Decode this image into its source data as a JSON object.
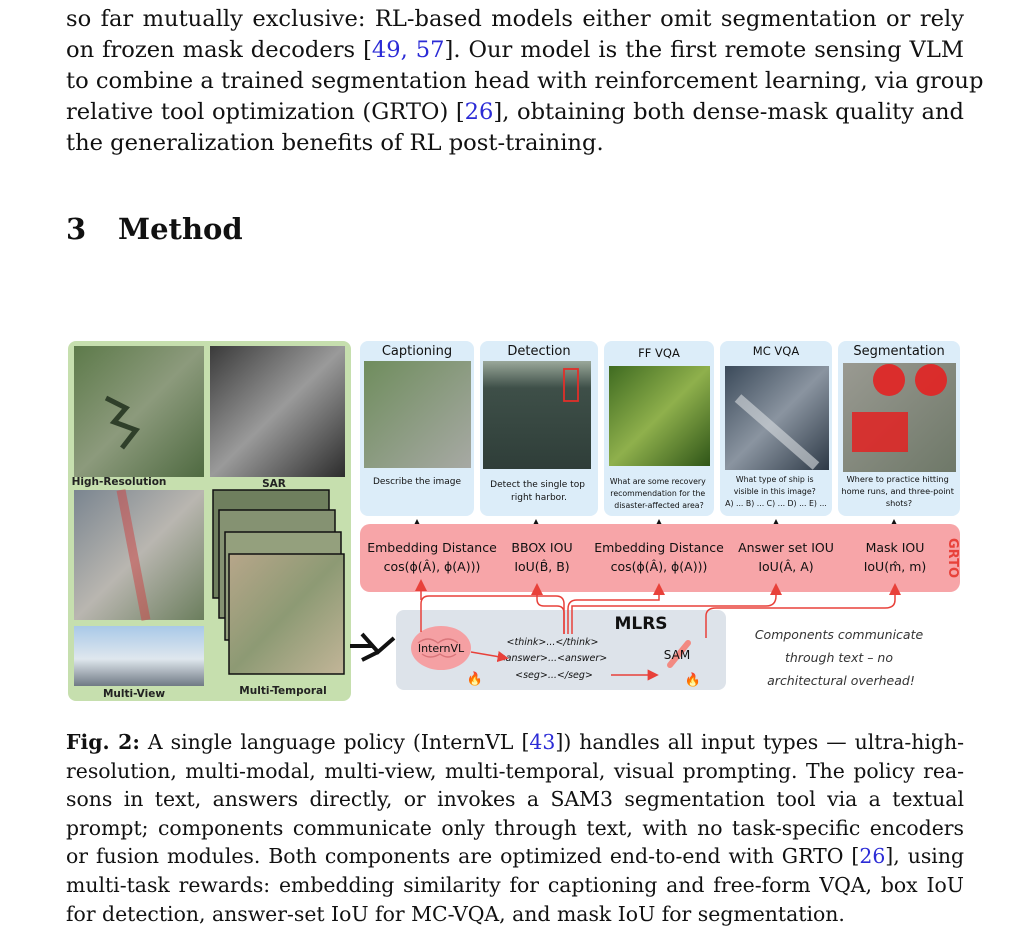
{
  "intro": {
    "lines": [
      [
        "so far mutually exclusive: RL-based models either omit segmentation or rely",
        "",
        "",
        ""
      ],
      [
        "on frozen mask decoders [",
        "49, 57",
        "]. Our model is the first remote sensing VLM",
        ""
      ],
      [
        "to combine a trained segmentation head with reinforcement learning, via group",
        "",
        "",
        ""
      ],
      [
        "relative tool optimization (GRTO) [",
        "26",
        "], obtaining both dense-mask quality and",
        ""
      ],
      [
        "the generalization benefits of RL post-training.",
        "",
        "",
        ""
      ]
    ]
  },
  "section": {
    "number": "3",
    "title": "Method"
  },
  "figure": {
    "inputs": {
      "high_resolution": "High-Resolution",
      "sar": "SAR",
      "multi_view": "Multi-View",
      "multi_temporal": "Multi-Temporal"
    },
    "tasks": [
      {
        "title": "Captioning",
        "prompt": [
          "Describe the image"
        ],
        "reward": "Embedding Distance",
        "formula": "cos(ϕ(Â), ϕ(A)))"
      },
      {
        "title": "Detection",
        "prompt": [
          "Detect the single top",
          "right harbor."
        ],
        "reward": "BBOX IOU",
        "formula": "IoU(B̂, B)"
      },
      {
        "title": "FF VQA",
        "prompt": [
          "What are some recovery",
          "recommendation for the",
          "disaster-affected area?"
        ],
        "reward": "Embedding Distance",
        "formula": "cos(ϕ(Â), ϕ(A)))"
      },
      {
        "title": "MC VQA",
        "prompt": [
          "What type of ship is",
          "visible in this image?",
          "A) ... B) ... C) ... D) ... E) ..."
        ],
        "reward": "Answer set IOU",
        "formula": "IoU(Â, A)"
      },
      {
        "title": "Segmentation",
        "prompt": [
          "Where to practice hitting",
          "home runs, and three-point",
          "shots?"
        ],
        "reward": "Mask IOU",
        "formula": "IoU(m̂, m)"
      }
    ],
    "grto_label": "GRTO",
    "mlrs": {
      "title": "MLRS",
      "policy": "InternVL",
      "tool": "SAM",
      "tags": [
        "<think>...</think>",
        "<answer>...<answer>",
        "<seg>...</seg>"
      ]
    },
    "note": [
      "Components communicate",
      "through text – no",
      "architectural overhead!"
    ],
    "colors": {
      "input_panel": "#c6dfae",
      "task_panel": "#dcedf9",
      "reward_band": "#f7a5a8",
      "mlrs_panel": "#dde3ea",
      "arrow_red": "#e8413a",
      "brain": "#f5a0a3"
    }
  },
  "caption": {
    "label": "Fig. 2:",
    "lines": [
      [
        "A single language policy (InternVL [",
        "43",
        "]) handles all input types — ultra-high-"
      ],
      [
        "resolution, multi-modal, multi-view, multi-temporal, visual prompting. The policy rea-",
        "",
        ""
      ],
      [
        "sons in text, answers directly, or invokes a SAM3 segmentation tool via a textual",
        "",
        ""
      ],
      [
        "prompt; components communicate only through text, with no task-specific encoders",
        "",
        ""
      ],
      [
        "or fusion modules. Both components are optimized end-to-end with GRTO [",
        "26",
        "], using"
      ],
      [
        "multi-task rewards: embedding similarity for captioning and free-form VQA, box IoU",
        "",
        ""
      ],
      [
        "for detection, answer-set IoU for MC-VQA, and mask IoU for segmentation.",
        "",
        ""
      ]
    ]
  }
}
